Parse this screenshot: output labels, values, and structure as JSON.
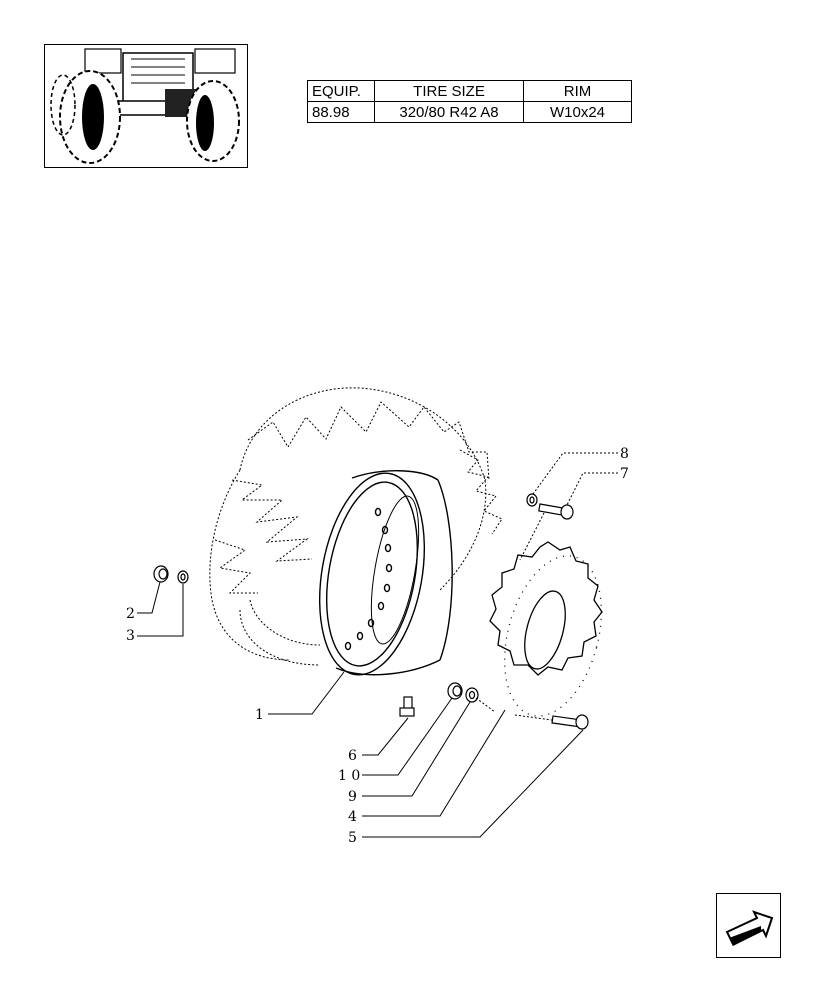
{
  "spec_table": {
    "headers": [
      "EQUIP.",
      "TIRE SIZE",
      "RIM"
    ],
    "row": [
      "88.98",
      "320/80 R42 A8",
      "W10x24"
    ]
  },
  "thumbnail": {
    "icon": "tractor-front-wheels-icon"
  },
  "nav": {
    "icon": "arrow-next-page-icon"
  },
  "callouts": {
    "c1": "1",
    "c2": "2",
    "c3": "3",
    "c4": "4",
    "c5": "5",
    "c6": "6",
    "c7": "7",
    "c8": "8",
    "c9": "9",
    "c10": "1 0"
  }
}
